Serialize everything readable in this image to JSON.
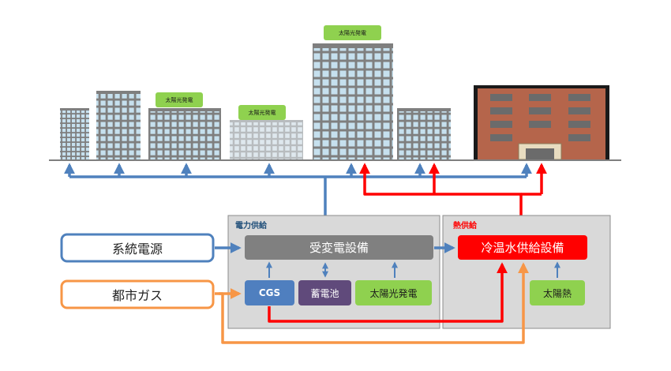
{
  "labels": {
    "solar_tag": "太陽光発電",
    "power_section_title": "電力供給",
    "heat_section_title": "熱供給",
    "grid_power": "系統電源",
    "city_gas": "都市ガス",
    "substation": "受変電設備",
    "chilled_hot_water": "冷温水供給設備",
    "cgs": "CGS",
    "battery": "蓄電池",
    "solar_power": "太陽光発電",
    "solar_heat": "太陽熱"
  },
  "colors": {
    "power_line": "#4f81bd",
    "heat_line": "#ff0000",
    "gas_line": "#f79646",
    "solar_green": "#8fd14f",
    "cgs_blue": "#4f7fbf",
    "battery_purple": "#604a7b",
    "substation_gray": "#808080",
    "building_gray": "#7f7f7f",
    "window_blue": "#c6e0ee",
    "brick": "#b5654b"
  }
}
